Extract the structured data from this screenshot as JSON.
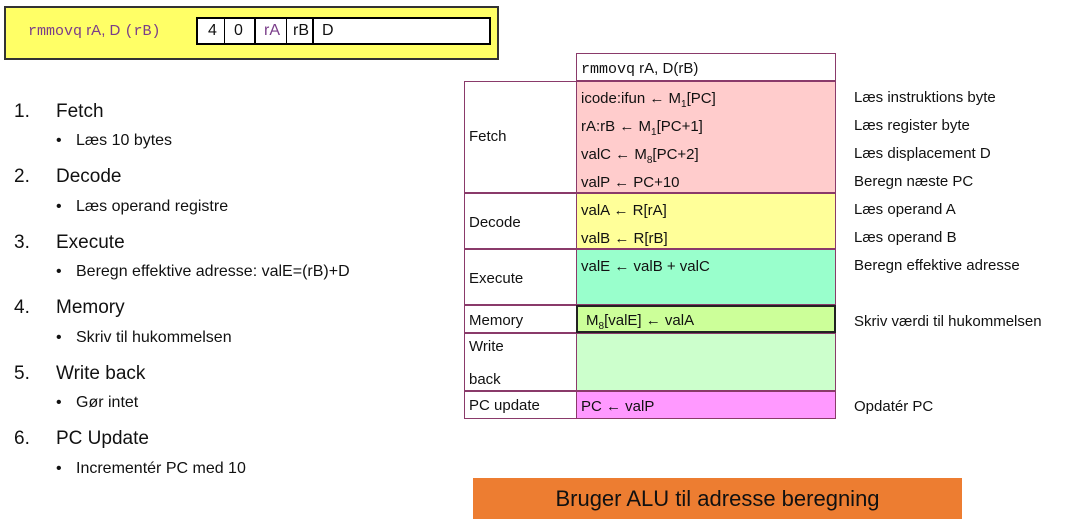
{
  "encoding": {
    "mnemonic": "rmmovq",
    "operands": "rA, D",
    "operand_base": "(rB)",
    "bytes": [
      "4",
      "0",
      "rA",
      "rB",
      "D"
    ]
  },
  "steps": [
    {
      "num": "1.",
      "title": "Fetch",
      "detail": "Læs 10 bytes"
    },
    {
      "num": "2.",
      "title": "Decode",
      "detail": "Læs operand registre"
    },
    {
      "num": "3.",
      "title": "Execute",
      "detail": "Beregn effektive adresse:  valE=(rB)+D"
    },
    {
      "num": "4.",
      "title": "Memory",
      "detail": "Skriv til hukommelsen"
    },
    {
      "num": "5.",
      "title": "Write back",
      "detail": "Gør intet"
    },
    {
      "num": "6.",
      "title": "PC Update",
      "detail": "Incrementér PC med 10"
    }
  ],
  "table": {
    "header_mono": "rmmovq",
    "header_rest": " rA, D(rB)",
    "stages": {
      "fetch": "Fetch",
      "decode": "Decode",
      "execute": "Execute",
      "memory": "Memory",
      "writeback_1": "Write",
      "writeback_2": "back",
      "pcupdate": "PC update"
    },
    "ops": {
      "fetch": [
        {
          "pre": "icode:ifun ← M",
          "sub": "1",
          "post": "[PC]"
        },
        {
          "pre": "rA:rB ← M",
          "sub": "1",
          "post": "[PC+1]"
        },
        {
          "pre": "valC ← M",
          "sub": "8",
          "post": "[PC+2]"
        },
        {
          "pre": "valP ← PC+10",
          "sub": "",
          "post": ""
        }
      ],
      "decode": [
        "valA ← R[rA]",
        "valB ← R[rB]"
      ],
      "execute": [
        "valE ← valB + valC"
      ],
      "memory": {
        "pre": "M",
        "sub": "8",
        "post": "[valE] ← valA"
      },
      "pcupdate": [
        "PC ← valP"
      ]
    },
    "descriptions": {
      "fetch": [
        "Læs instruktions byte",
        "Læs register byte",
        "Læs displacement D",
        "Beregn næste PC"
      ],
      "decode": [
        "Læs operand A",
        "Læs operand B"
      ],
      "execute": [
        "Beregn effektive adresse"
      ],
      "memory": [
        "Skriv værdi til hukommelsen"
      ],
      "pcupdate": [
        "Opdatér PC"
      ]
    },
    "colors": {
      "fetch": "#ffcccc",
      "decode": "#ffff99",
      "execute": "#99ffcc",
      "memory": "#ccff99",
      "writeback": "#ccffcc",
      "pcupdate": "#ff99ff"
    }
  },
  "banner": "Bruger ALU til adresse beregning"
}
